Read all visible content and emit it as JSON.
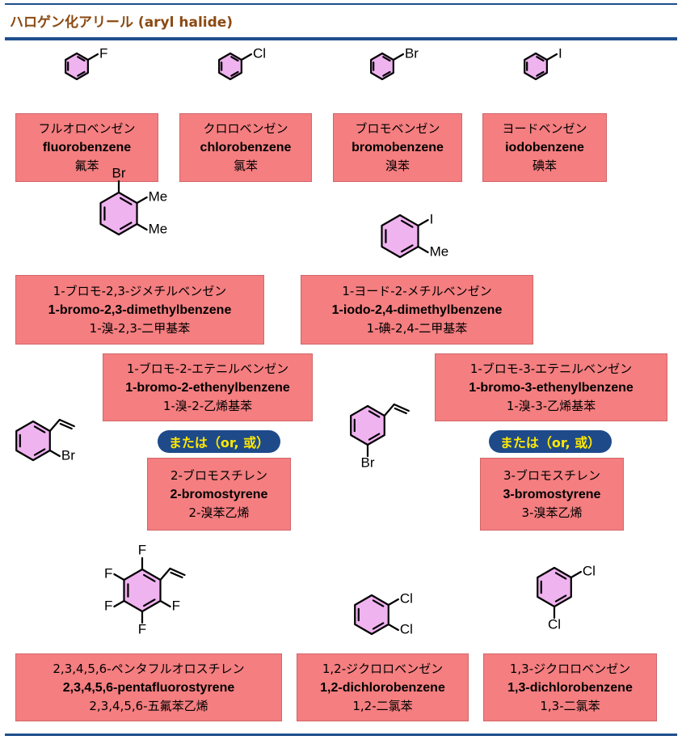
{
  "header": {
    "title": "ハロゲン化アリール (aryl halide)"
  },
  "colors": {
    "accent": "#1f4e8c",
    "label_bg": "#f47e80",
    "ring_fill": "#efb3ef",
    "badge_bg": "#1e4a8a",
    "badge_text": "#ffe800",
    "title_text": "#8b4a12"
  },
  "or_badge": "または（or, 或）",
  "compounds": [
    {
      "substituents": [
        "F"
      ],
      "jp": "フルオロベンゼン",
      "en": "fluorobenzene",
      "cn": "氟苯"
    },
    {
      "substituents": [
        "Cl"
      ],
      "jp": "クロロベンゼン",
      "en": "chlorobenzene",
      "cn": "氯苯"
    },
    {
      "substituents": [
        "Br"
      ],
      "jp": "ブロモベンゼン",
      "en": "bromobenzene",
      "cn": "溴苯"
    },
    {
      "substituents": [
        "I"
      ],
      "jp": "ヨードベンゼン",
      "en": "iodobenzene",
      "cn": "碘苯"
    },
    {
      "substituents": [
        "Br",
        "Me",
        "Me"
      ],
      "jp": "1-ブロモ-2,3-ジメチルベンゼン",
      "en": "1-bromo-2,3-dimethylbenzene",
      "cn": "1-溴-2,3-二甲基苯"
    },
    {
      "substituents": [
        "I",
        "Me"
      ],
      "jp": "1-ヨード-2-メチルベンゼン",
      "en": "1-iodo-2,4-dimethylbenzene",
      "cn": "1-碘-2,4-二甲基苯"
    },
    {
      "substituents": [
        "Br"
      ],
      "jp": "1-ブロモ-2-エテニルベンゼン",
      "en": "1-bromo-2-ethenylbenzene",
      "cn": "1-溴-2-乙烯基苯",
      "alt_jp": "2-ブロモスチレン",
      "alt_en": "2-bromostyrene",
      "alt_cn": "2-溴苯乙烯"
    },
    {
      "substituents": [
        "Br"
      ],
      "jp": "1-ブロモ-3-エテニルベンゼン",
      "en": "1-bromo-3-ethenylbenzene",
      "cn": "1-溴-3-乙烯基苯",
      "alt_jp": "3-ブロモスチレン",
      "alt_en": "3-bromostyrene",
      "alt_cn": "3-溴苯乙烯"
    },
    {
      "substituents": [
        "F",
        "F",
        "F",
        "F",
        "F"
      ],
      "jp": "2,3,4,5,6-ペンタフルオロスチレン",
      "en": "2,3,4,5,6-pentafluorostyrene",
      "cn": "2,3,4,5,6-五氟苯乙烯"
    },
    {
      "substituents": [
        "Cl",
        "Cl"
      ],
      "jp": "1,2-ジクロロベンゼン",
      "en": "1,2-dichlorobenzene",
      "cn": "1,2-二氯苯"
    },
    {
      "substituents": [
        "Cl",
        "Cl"
      ],
      "jp": "1,3-ジクロロベンゼン",
      "en": "1,3-dichlorobenzene",
      "cn": "1,3-二氯苯"
    }
  ]
}
